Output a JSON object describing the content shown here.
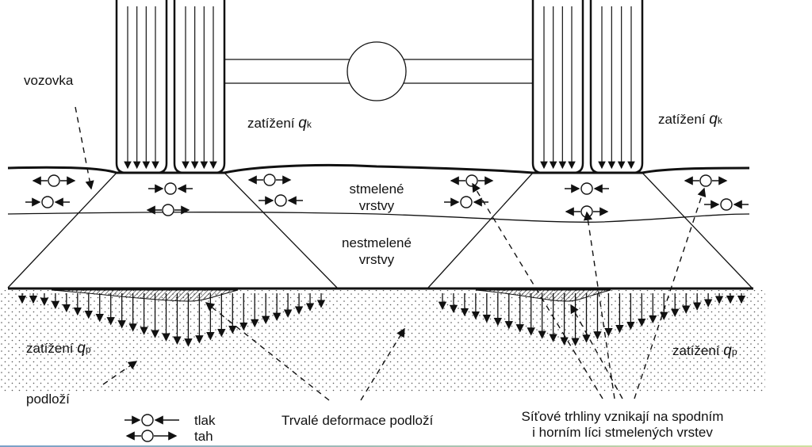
{
  "labels": {
    "road": "vozovka",
    "load_wheel_left": {
      "text": "zatížení ",
      "symbol": "q",
      "subscript": "k"
    },
    "load_wheel_right": {
      "text": "zatížení ",
      "symbol": "q",
      "subscript": "k"
    },
    "bound_layers": [
      "stmelené",
      "vrstvy"
    ],
    "unbound_layers": [
      "nestmelené",
      "vrstvy"
    ],
    "load_subgrade_left": {
      "text": "zatížení ",
      "symbol": "q",
      "subscript": "p"
    },
    "load_subgrade_right": {
      "text": "zatížení ",
      "symbol": "q",
      "subscript": "p"
    },
    "subgrade": "podloží"
  },
  "legend": {
    "compression": "tlak",
    "tension": "tah"
  },
  "captions": {
    "permanent_deformation": "Trvalé deformace podloží",
    "cracks": [
      "Síťové trhliny vznikají na spodním",
      "i horním líci stmelených vrstev"
    ]
  }
}
